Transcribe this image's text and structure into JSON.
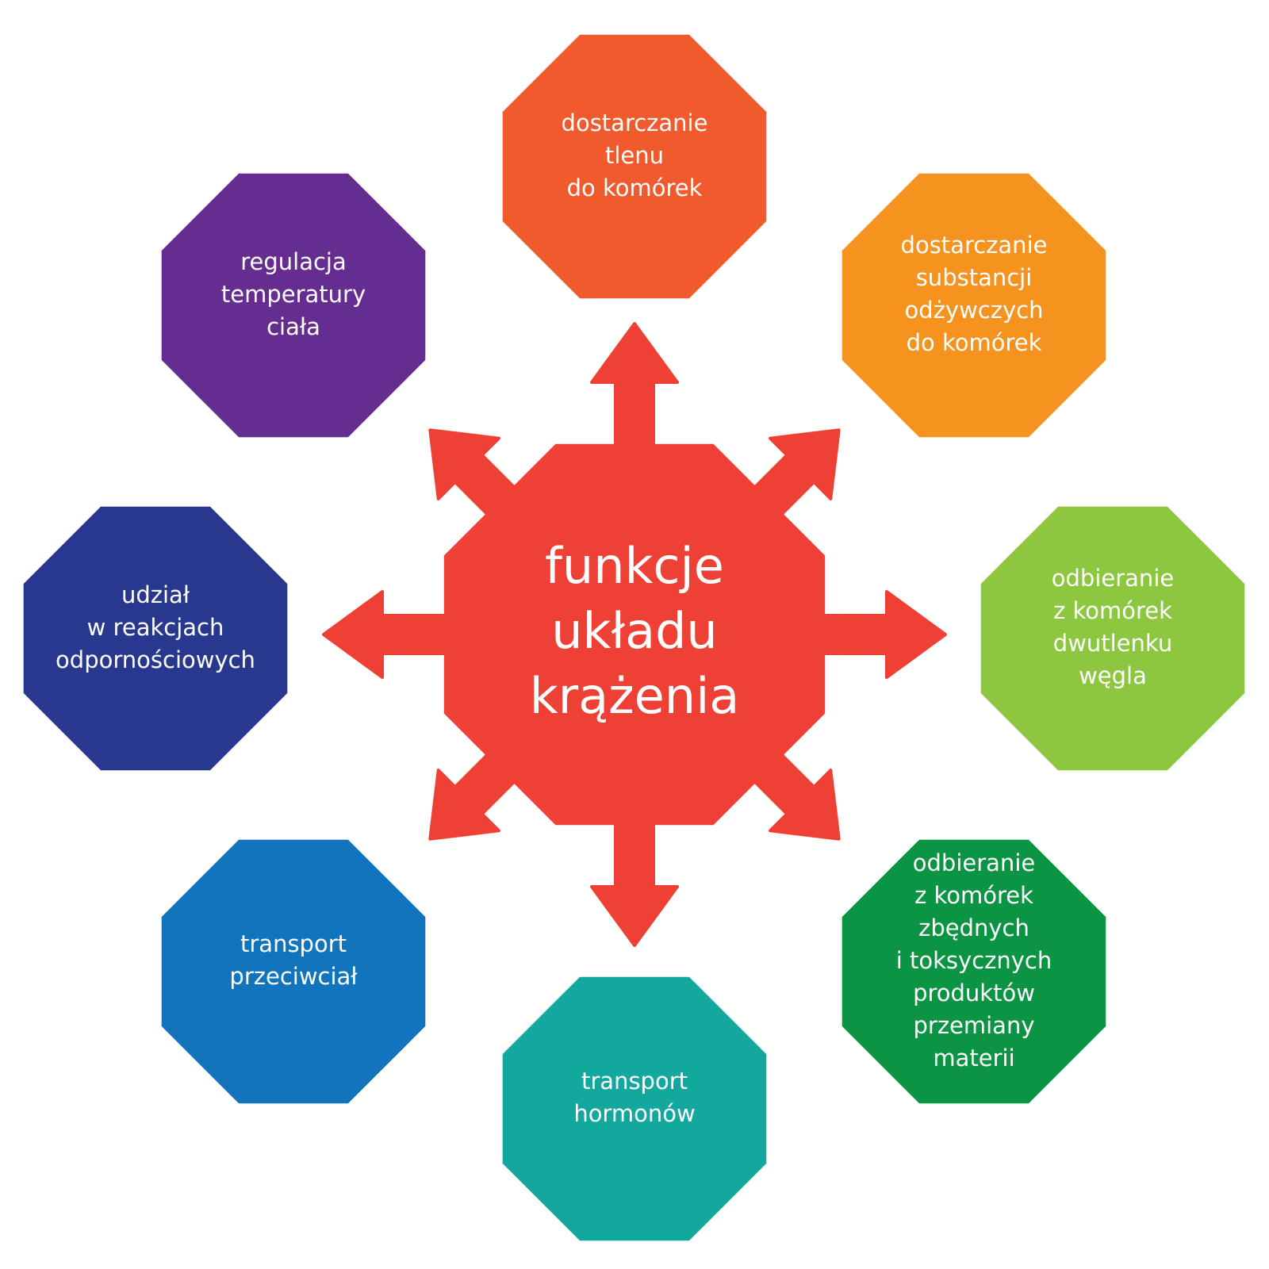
{
  "colors": {
    "hub": "#ef4036",
    "arrows": "#ef4036",
    "text": "#ffffff"
  },
  "center": {
    "lines": [
      "funkcje",
      "układu",
      "krążenia"
    ]
  },
  "nodes": [
    {
      "id": "oxygen",
      "lines": [
        "dostarczanie",
        "tlenu",
        "do komórek"
      ],
      "color": "#f05a2c"
    },
    {
      "id": "nutrients",
      "lines": [
        "dostarczanie",
        "substancji",
        "odżywczych",
        "do komórek"
      ],
      "color": "#f6931f"
    },
    {
      "id": "co2-removal",
      "lines": [
        "odbieranie",
        "z komórek",
        "dwutlenku",
        "węgla"
      ],
      "color": "#8dc63f"
    },
    {
      "id": "waste-removal",
      "lines": [
        "odbieranie",
        "z komórek",
        "zbędnych",
        "i toksycznych",
        "produktów",
        "przemiany",
        "materii"
      ],
      "color": "#0c9445"
    },
    {
      "id": "hormones",
      "lines": [
        "transport",
        "hormonów"
      ],
      "color": "#13a89e"
    },
    {
      "id": "antibodies",
      "lines": [
        "transport",
        "przeciwciał"
      ],
      "color": "#1174bd"
    },
    {
      "id": "immune",
      "lines": [
        "udział",
        "w reakcjach",
        "odpornościowych"
      ],
      "color": "#28388e"
    },
    {
      "id": "temperature",
      "lines": [
        "regulacja",
        "temperatury",
        "ciała"
      ],
      "color": "#662d91"
    }
  ]
}
